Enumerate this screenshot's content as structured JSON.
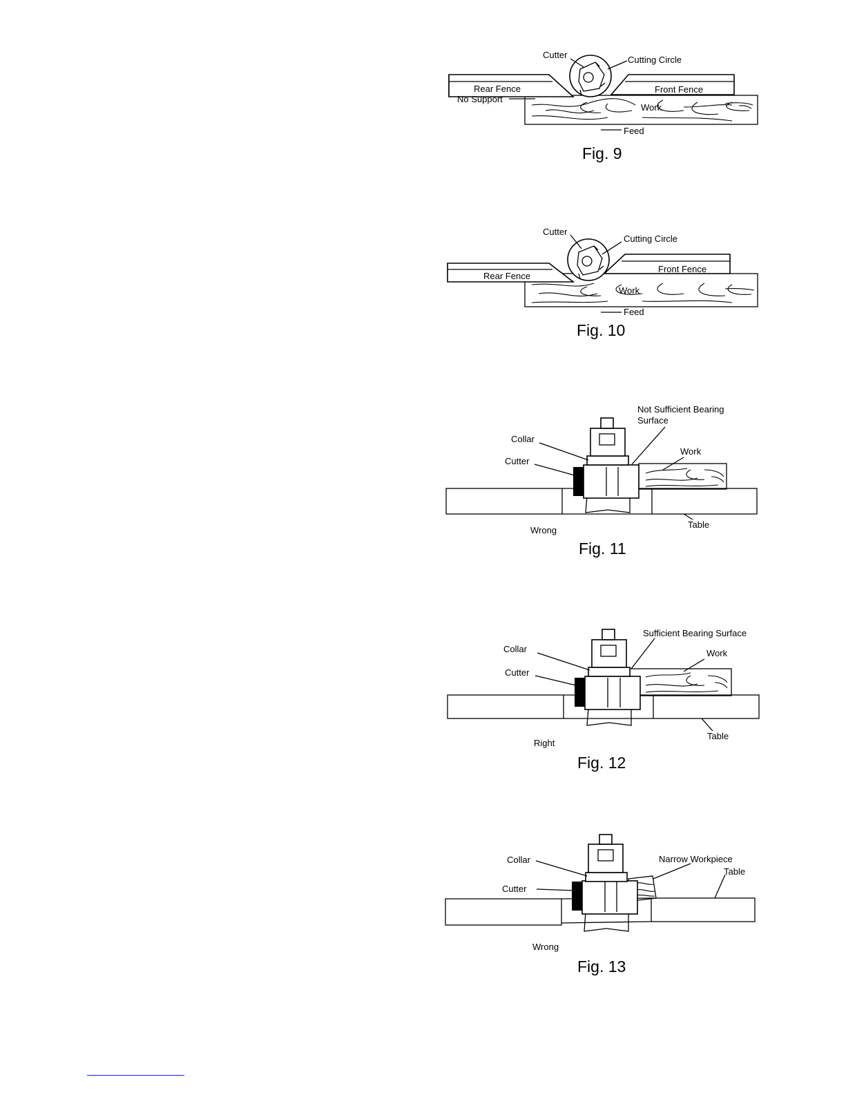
{
  "figures": [
    {
      "caption": "Fig. 9",
      "labels": {
        "cutter": "Cutter",
        "cutting_circle": "Cutting Circle",
        "rear_fence": "Rear Fence",
        "front_fence": "Front Fence",
        "no_support": "No Support",
        "work": "Work",
        "feed": "Feed"
      }
    },
    {
      "caption": "Fig. 10",
      "labels": {
        "cutter": "Cutter",
        "cutting_circle": "Cutting Circle",
        "rear_fence": "Rear Fence",
        "front_fence": "Front Fence",
        "work": "Work",
        "feed": "Feed"
      }
    },
    {
      "caption": "Fig. 11",
      "labels": {
        "bearing": "Not Sufficient Bearing",
        "bearing2": "Surface",
        "collar": "Collar",
        "cutter": "Cutter",
        "work": "Work",
        "table": "Table",
        "verdict": "Wrong"
      }
    },
    {
      "caption": "Fig. 12",
      "labels": {
        "bearing": "Sufficient Bearing Surface",
        "collar": "Collar",
        "cutter": "Cutter",
        "work": "Work",
        "table": "Table",
        "verdict": "Right"
      }
    },
    {
      "caption": "Fig. 13",
      "labels": {
        "collar": "Collar",
        "cutter": "Cutter",
        "narrow": "Narrow Workpiece",
        "table": "Table",
        "verdict": "Wrong"
      }
    }
  ]
}
